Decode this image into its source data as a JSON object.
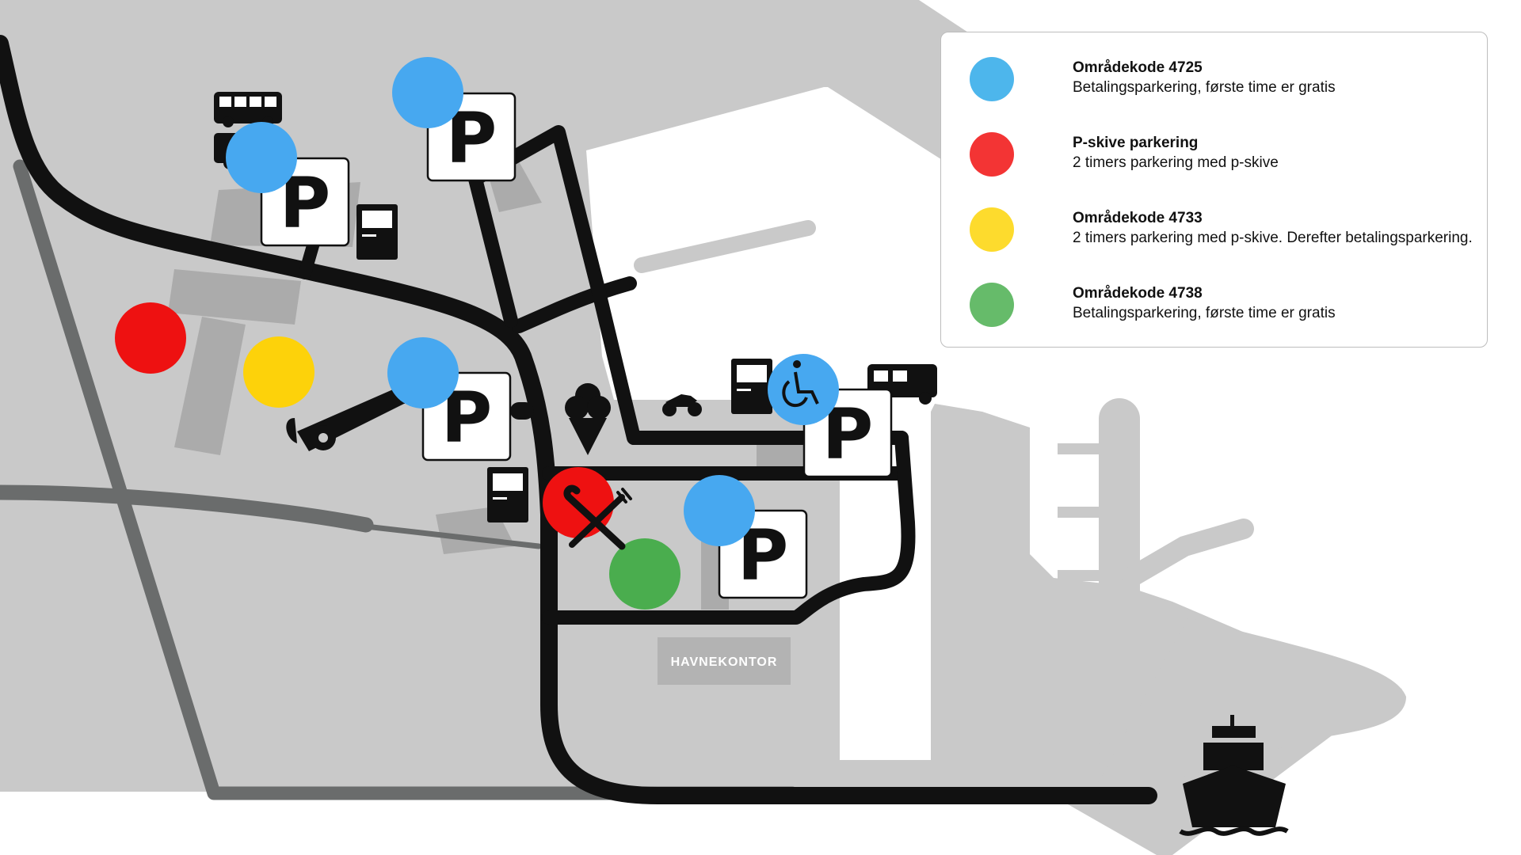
{
  "map": {
    "building_label": "HAVNEKONTOR"
  },
  "legend": {
    "items": [
      {
        "color": "#4db6ec",
        "title": "Områdekode 4725",
        "description": "Betalingsparkering, første time er gratis"
      },
      {
        "color": "#f33434",
        "title": "P-skive parkering",
        "description": "2 timers parkering med p-skive"
      },
      {
        "color": "#fddb2d",
        "title": "Områdekode 4733",
        "description": "2 timers parkering med p-skive. Derefter betalingsparkering."
      },
      {
        "color": "#66bb6a",
        "title": "Områdekode 4738",
        "description": "Betalingsparkering, første time er gratis"
      }
    ]
  },
  "markers": {
    "parking_symbol": "P",
    "colors": {
      "blue": "#47a8f0",
      "red": "#ee1111",
      "yellow": "#fdd20a",
      "green": "#4aad4e"
    }
  },
  "icons": [
    "bus-icon",
    "campervan-icon",
    "payment-terminal-icon",
    "cannon-icon",
    "ice-cream-icon",
    "restaurant-icon",
    "motorcycle-icon",
    "wheelchair-icon",
    "motorhome-icon",
    "ship-icon"
  ]
}
